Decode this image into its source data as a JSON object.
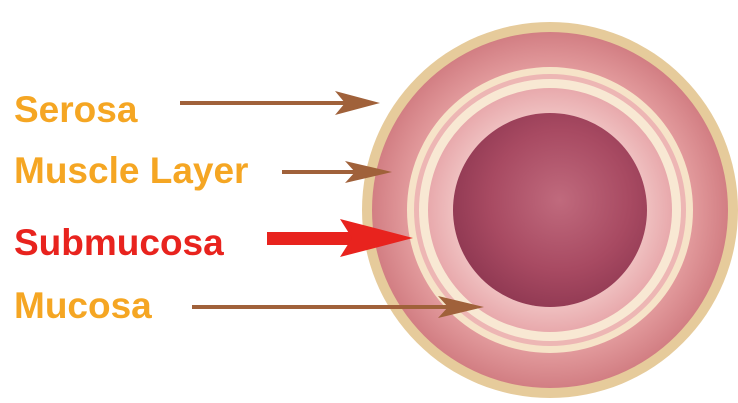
{
  "labels": [
    {
      "id": "serosa",
      "text": "Serosa",
      "color": "#F5A623"
    },
    {
      "id": "muscle",
      "text": "Muscle Layer",
      "color": "#F5A623"
    },
    {
      "id": "submucosa",
      "text": "Submucosa",
      "color": "#E8231E"
    },
    {
      "id": "mucosa",
      "text": "Mucosa",
      "color": "#F5A623"
    }
  ],
  "colors": {
    "arrow_brown": "#A0613A",
    "arrow_red": "#E8231E",
    "serosa": "#E6CB9B",
    "muscle": "#D98C8F",
    "submucosa_ring": "#F6E3C8",
    "mucosa": "#EFB9BB",
    "lumen": "#A8495F"
  }
}
